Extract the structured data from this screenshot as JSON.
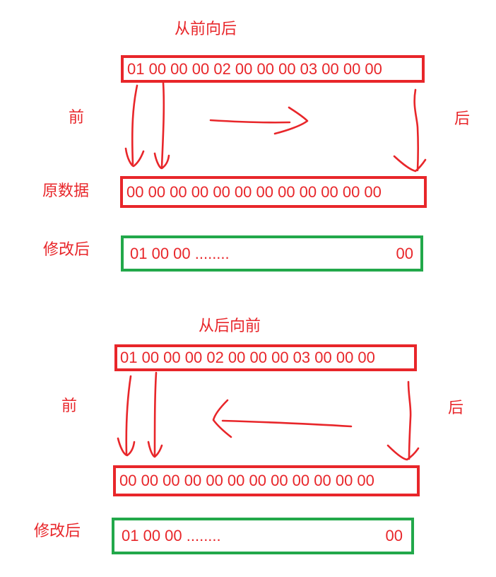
{
  "section1": {
    "title": "从前向后",
    "source_bytes": "01 00 00 00 02 00 00 00 03 00 00 00",
    "label_front": "前",
    "label_back": "后",
    "label_original": "原数据",
    "original_bytes": "00 00 00 00 00 00 00 00  00 00 00 00",
    "label_modified": "修改后",
    "modified_start": "01 00 00 ........",
    "modified_end": "00"
  },
  "section2": {
    "title": "从后向前",
    "source_bytes": "01 00 00 00 02 00 00 00 03 00 00 00",
    "label_front": "前",
    "label_back": "后",
    "original_bytes": "00 00 00 00 00 00 00 00  00 00 00 00",
    "label_modified": "修改后",
    "modified_start": "01 00 00 ........",
    "modified_end": "00"
  },
  "colors": {
    "red": "#e8262a",
    "green": "#22a84a"
  }
}
